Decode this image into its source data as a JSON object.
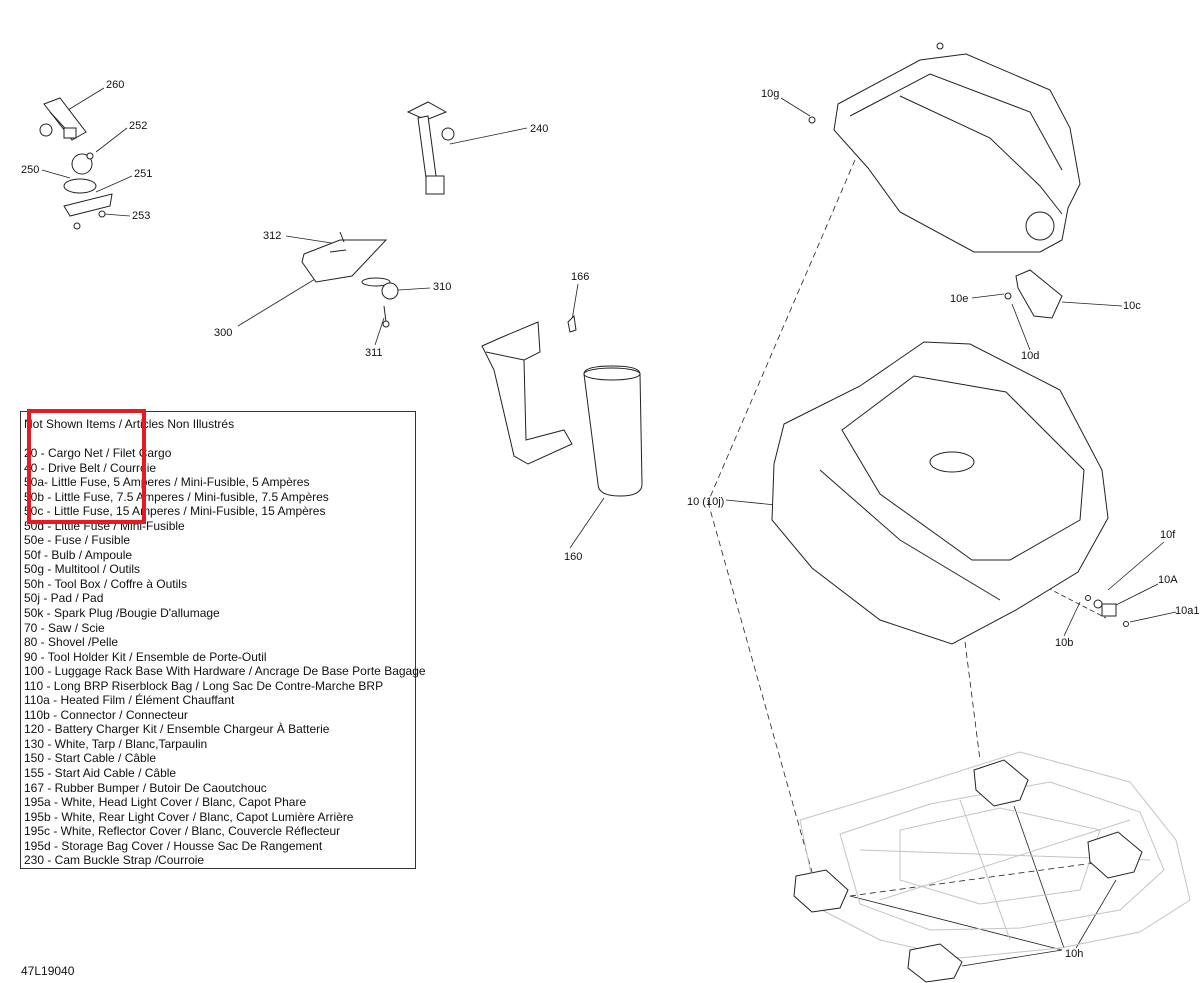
{
  "callouts": {
    "c260": "260",
    "c252": "252",
    "c250": "250",
    "c251": "251",
    "c253": "253",
    "c240": "240",
    "c312": "312",
    "c310": "310",
    "c300": "300",
    "c311": "311",
    "c166": "166",
    "c160": "160",
    "c10g": "10g",
    "c10e": "10e",
    "c10c": "10c",
    "c10d": "10d",
    "c10": "10 (10j)",
    "c10f": "10f",
    "c10A": "10A",
    "c10a1": "10a1",
    "c10b": "10b",
    "c10h": "10h"
  },
  "legend": {
    "title": "Not Shown Items / Articles Non Illustrés",
    "items": [
      "20 - Cargo Net / Filet Cargo",
      "40 - Drive Belt / Courroie",
      "50a- Little Fuse, 5  Amperes / Mini-Fusible, 5 Ampères",
      "50b - Little Fuse, 7.5 Amperes / Mini-fusible, 7.5 Ampères",
      "50c - Little Fuse, 15 Amperes / Mini-Fusible, 15 Ampères",
      "50d - Little Fuse / Mini-Fusible",
      "50e - Fuse / Fusible",
      "50f - Bulb / Ampoule",
      "50g - Multitool / Outils",
      "50h - Tool Box / Coffre à Outils",
      "50j - Pad / Pad",
      "50k - Spark Plug /Bougie D'allumage",
      "70 - Saw / Scie",
      "80 - Shovel /Pelle",
      "90 - Tool Holder Kit / Ensemble de Porte-Outil",
      "100 - Luggage Rack Base With Hardware / Ancrage De Base Porte Bagage",
      "110 - Long BRP Riserblock Bag / Long Sac De Contre-Marche BRP",
      "110a - Heated Film / Élément Chauffant",
      "110b - Connector / Connecteur",
      "120 - Battery Charger Kit / Ensemble Chargeur À Batterie",
      "130 - White, Tarp /  Blanc,Tarpaulin",
      "150 - Start Cable / Câble",
      "155 - Start Aid Cable / Câble",
      "167 - Rubber Bumper / Butoir De Caoutchouc",
      "195a - White, Head Light Cover / Blanc, Capot Phare",
      "195b - White, Rear Light Cover / Blanc, Capot Lumière Arrière",
      "195c - White, Reflector Cover / Blanc, Couvercle Réflecteur",
      "195d - Storage Bag Cover / Housse Sac De Rangement",
      "230 - Cam Buckle Strap /Courroie"
    ]
  },
  "reference_code": "47L19040",
  "colors": {
    "highlight": "#e8191f",
    "line": "#222222",
    "frame": "#bdbdbd"
  }
}
